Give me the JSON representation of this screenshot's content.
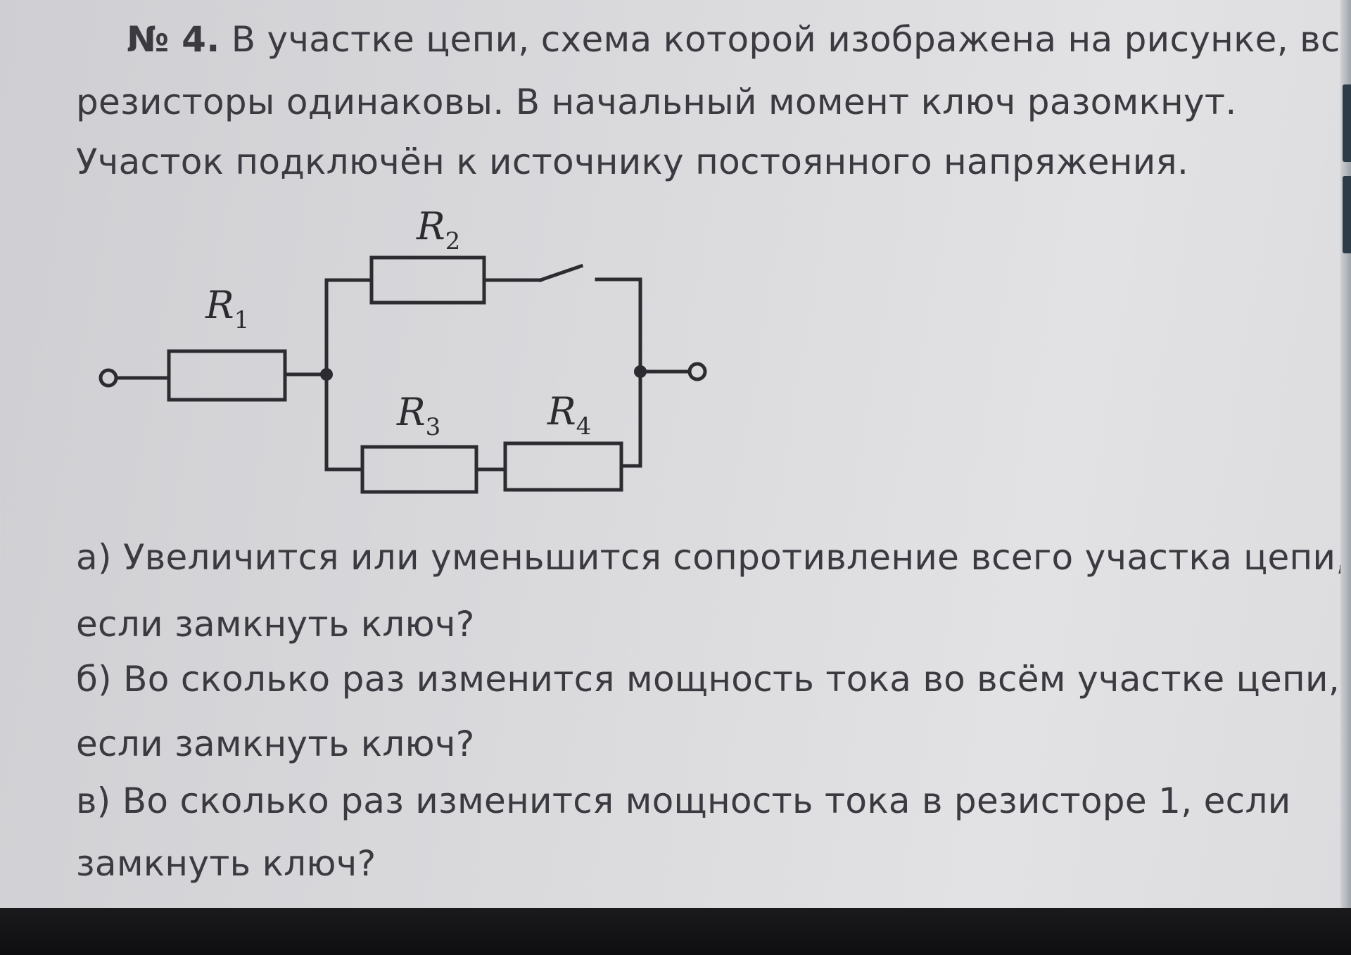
{
  "problem": {
    "number": "№ 4.",
    "statement_lines": [
      "В участке цепи, схема которой изображена на рисунке, все",
      "резисторы одинаковы. В начальный момент ключ разомкнут.",
      "Участок подключён к источнику постоянного напряжения."
    ]
  },
  "circuit": {
    "resistors": [
      {
        "letter": "R",
        "index": "1"
      },
      {
        "letter": "R",
        "index": "2"
      },
      {
        "letter": "R",
        "index": "3"
      },
      {
        "letter": "R",
        "index": "4"
      }
    ],
    "switch_state": "open"
  },
  "questions": {
    "lines": [
      "а) Увеличится или уменьшится сопротивление всего участка цепи,",
      "если замкнуть ключ?",
      "б) Во сколько раз изменится мощность тока во всём участке цепи,",
      "если замкнуть ключ?",
      "в) Во сколько раз изменится мощность тока в резисторе 1, если",
      "замкнуть ключ?"
    ]
  },
  "colors": {
    "ink": "#2b2b30",
    "text": "#3a3a40",
    "bottom_bar": "#121214"
  }
}
